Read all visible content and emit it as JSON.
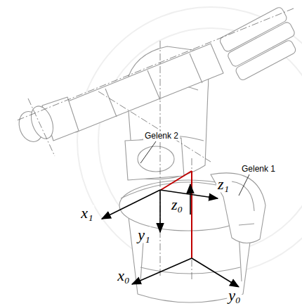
{
  "diagram": {
    "labels": [
      "Gelenk 2",
      "Gelenk 1",
      "x₁",
      "z₁",
      "y₁",
      "z₀",
      "x₀",
      "y₀"
    ]
  }
}
